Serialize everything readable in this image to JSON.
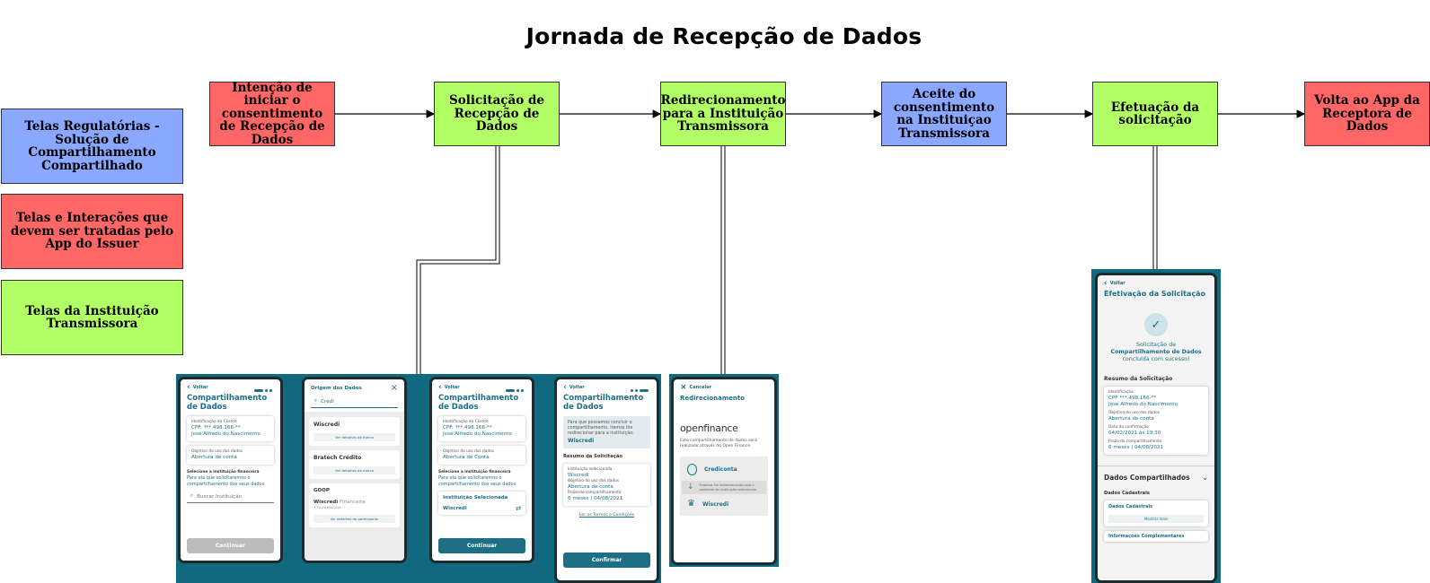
{
  "title": "Jornada de Recepção de Dados",
  "legend": [
    {
      "text": "Telas Regulatórias - Solução de Compartilhamento Compartilhado",
      "color": "#8aa8ff"
    },
    {
      "text": "Telas e Interações que devem ser tratadas pelo App do Issuer",
      "color": "#ff6666"
    },
    {
      "text": "Telas da Instituição Transmissora",
      "color": "#b3ff66"
    }
  ],
  "steps": [
    {
      "text": "Intenção de iniciar o consentimento de Recepção de Dados",
      "color": "#ff6666"
    },
    {
      "text": "Solicitação de Recepção de Dados",
      "color": "#b3ff66"
    },
    {
      "text": "Redirecionamento para a Instituição Transmissora",
      "color": "#b3ff66"
    },
    {
      "text": "Aceite do consentimento na Instituiçao Transmissora",
      "color": "#8aa8ff"
    },
    {
      "text": "Efetuação da solicitação",
      "color": "#b3ff66"
    },
    {
      "text": "Volta ao App da Receptora de Dados",
      "color": "#ff6666"
    }
  ],
  "screens": {
    "s1": {
      "back": "Voltar",
      "title": "Compartilhamento de Dados",
      "id_label": "Identificação do Cliente",
      "cpf": "CPF: ***.498.166-**",
      "name": "José Alfredo do Nascimento",
      "obj_label": "Objetivo do uso dos dados",
      "obj_value": "Abertura de conta",
      "select_label": "Selecione a instituição financeira",
      "select_text": "Para ela que solicitaremos o compartilhamento dos seus dados",
      "search_placeholder": "Buscar Instituição",
      "button": "Continuar"
    },
    "s2": {
      "title": "Origem dos Dados",
      "search_value": "Credi",
      "b1": "Wiscredi",
      "b1_link": "Ver detalhes da marca",
      "b2": "Bratech Crédito",
      "b2_link": "Ver detalhes da marca",
      "group": "GOOP",
      "b3": "Wiscredi",
      "b3_suffix": "Financeira",
      "b3_count": "+10 instituições",
      "b3_link": "Ver detalhes do participante"
    },
    "s3": {
      "back": "Voltar",
      "title": "Compartilhamento de Dados",
      "id_label": "Identificação do Cliente",
      "cpf": "CPF: ***.498.166-**",
      "name": "José Alfredo do Nascimento",
      "obj_label": "Objetivo do uso dos dados",
      "obj_value": "Abertura de Conta",
      "select_label": "Selecione a instituição financeira",
      "select_text": "Para ela que solicitaremos o compartilhamento dos seus dados",
      "inst_label": "Instituição Selecionada",
      "inst_value": "Wiscredi",
      "button": "Continuar"
    },
    "s4": {
      "back": "Voltar",
      "title": "Compartilhamento de Dados",
      "info": "Para que possamos concluir o compartilhamento, iremos lhe redirecionar para a instituição:",
      "info_inst": "Wiscredi",
      "summary": "Resumo da Solicitação",
      "inst_label": "Instituição selecionada",
      "inst_value": "Wiscredi",
      "obj_label": "Objetivo do uso dos dados",
      "obj_value": "Abertura de conta",
      "term_label": "Prazo do compartilhamento",
      "term_value": "6 meses | 04/08/2021",
      "terms_link": "Ler os Termos e Condições",
      "button": "Confirmar"
    },
    "s5": {
      "cancel": "Cancelar",
      "title": "Redirecionamento",
      "logo": "openfinance",
      "text": "Este compartilhamento de dados será realizado através do Open Finance.",
      "from": "Crediconta",
      "wait": "Estamos lhe redirecionando para o ambiente da instituição selecionada",
      "to": "Wiscredi"
    },
    "s6": {
      "back": "Voltar",
      "title": "Efetivação da Solicitação",
      "success1": "Solicitação de",
      "success2": "Compartilhamento de Dados",
      "success3": "concluída com sucesso!",
      "summary": "Resumo da Solicitação",
      "id_label": "Identificação",
      "cpf": "CPF ***.498.166-**",
      "name": "José Alfredo do Nascimento",
      "obj_label": "Objetivo do uso dos dados",
      "obj_value": "Abertura de conta",
      "date_label": "Data da confirmação",
      "date_value": "04/02/2021 às 19:30",
      "term_label": "Prazo do compartilhamento",
      "term_value": "6 meses | 04/08/2021",
      "shared": "Dados Compartilhados",
      "reg_label": "Dados Cadastrais",
      "reg_card": "Dados Cadastrais",
      "more": "Mostrar mais",
      "extra": "Informações Complementares"
    }
  }
}
